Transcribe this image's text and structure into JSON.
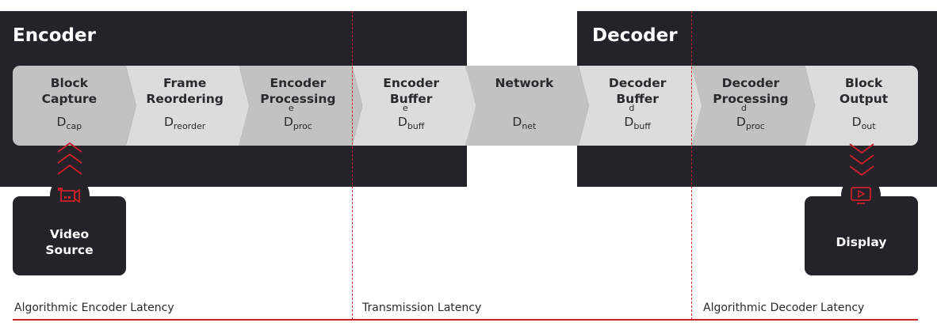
{
  "encoder_title": "Encoder",
  "decoder_title": "Decoder",
  "stages": [
    {
      "line1": "Block",
      "line2": "Capture",
      "sym": "D",
      "sub": "cap",
      "sup": ""
    },
    {
      "line1": "Frame",
      "line2": "Reordering",
      "sym": "D",
      "sub": "reorder",
      "sup": ""
    },
    {
      "line1": "Encoder",
      "line2": "Processing",
      "sym": "D",
      "sub": "proc",
      "sup": "e"
    },
    {
      "line1": "Encoder",
      "line2": "Buffer",
      "sym": "D",
      "sub": "buff",
      "sup": "e"
    },
    {
      "line1": "Network",
      "line2": "",
      "sym": "D",
      "sub": "net",
      "sup": ""
    },
    {
      "line1": "Decoder",
      "line2": "Buffer",
      "sym": "D",
      "sub": "buff",
      "sup": "d"
    },
    {
      "line1": "Decoder",
      "line2": "Processing",
      "sym": "D",
      "sub": "proc",
      "sup": "d"
    },
    {
      "line1": "Block",
      "line2": "Output",
      "sym": "D",
      "sub": "out",
      "sup": ""
    }
  ],
  "source_box": {
    "line1": "Video",
    "line2": "Source",
    "icon": "video-camera-icon"
  },
  "display_box": {
    "label": "Display",
    "icon": "monitor-play-icon"
  },
  "latencies": {
    "encoder": "Algorithmic Encoder Latency",
    "transmission": "Transmission Latency",
    "decoder": "Algorithmic Decoder Latency"
  },
  "colors": {
    "dark": "#232329",
    "accent": "#c8202a",
    "stage_a": "#c2c2c2",
    "stage_b": "#dcdcdc"
  }
}
